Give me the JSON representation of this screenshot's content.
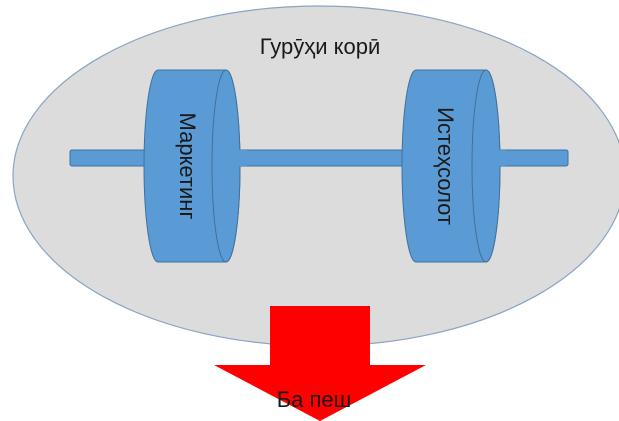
{
  "diagram": {
    "group_label": "Гурӯҳи корӣ",
    "left_drum_label": "Маркетинг",
    "right_drum_label": "Истеҳсолот",
    "arrow_label": "Ба пеш"
  },
  "colors": {
    "ellipse_fill": "#dcdcdc",
    "ellipse_stroke": "#8aa4c4",
    "drum_fill": "#5b9bd5",
    "drum_stroke": "#41719c",
    "axle_fill": "#5b9bd5",
    "arrow_fill": "#ff0000"
  }
}
